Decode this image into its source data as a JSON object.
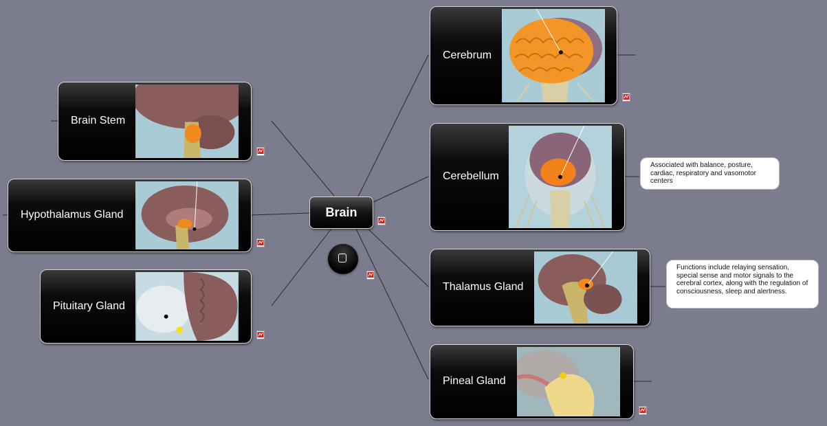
{
  "central": {
    "label": "Brain"
  },
  "topics": {
    "cerebrum": {
      "label": "Cerebrum"
    },
    "cerebellum": {
      "label": "Cerebellum",
      "note": "Associated with balance, posture, cardiac, respiratory and vasomotor centers"
    },
    "thalamus": {
      "label": "Thalamus Gland",
      "note": "Functions include relaying sensation, special sense and motor signals to the cerebral cortex, along with the regulation of consciousness, sleep and alertness."
    },
    "pineal": {
      "label": "Pineal Gland"
    },
    "brain_stem": {
      "label": "Brain Stem"
    },
    "hypothalamus": {
      "label": "Hypothalamus Gland"
    },
    "pituitary": {
      "label": "Pituitary Gland"
    }
  },
  "icons": {
    "attachment": "pdf-attachment-icon",
    "map_button": "square-icon"
  },
  "colors": {
    "background": "#7b7d8e",
    "node": "#000000",
    "highlight": "#f08a1c",
    "line": "#2a2a2a"
  }
}
